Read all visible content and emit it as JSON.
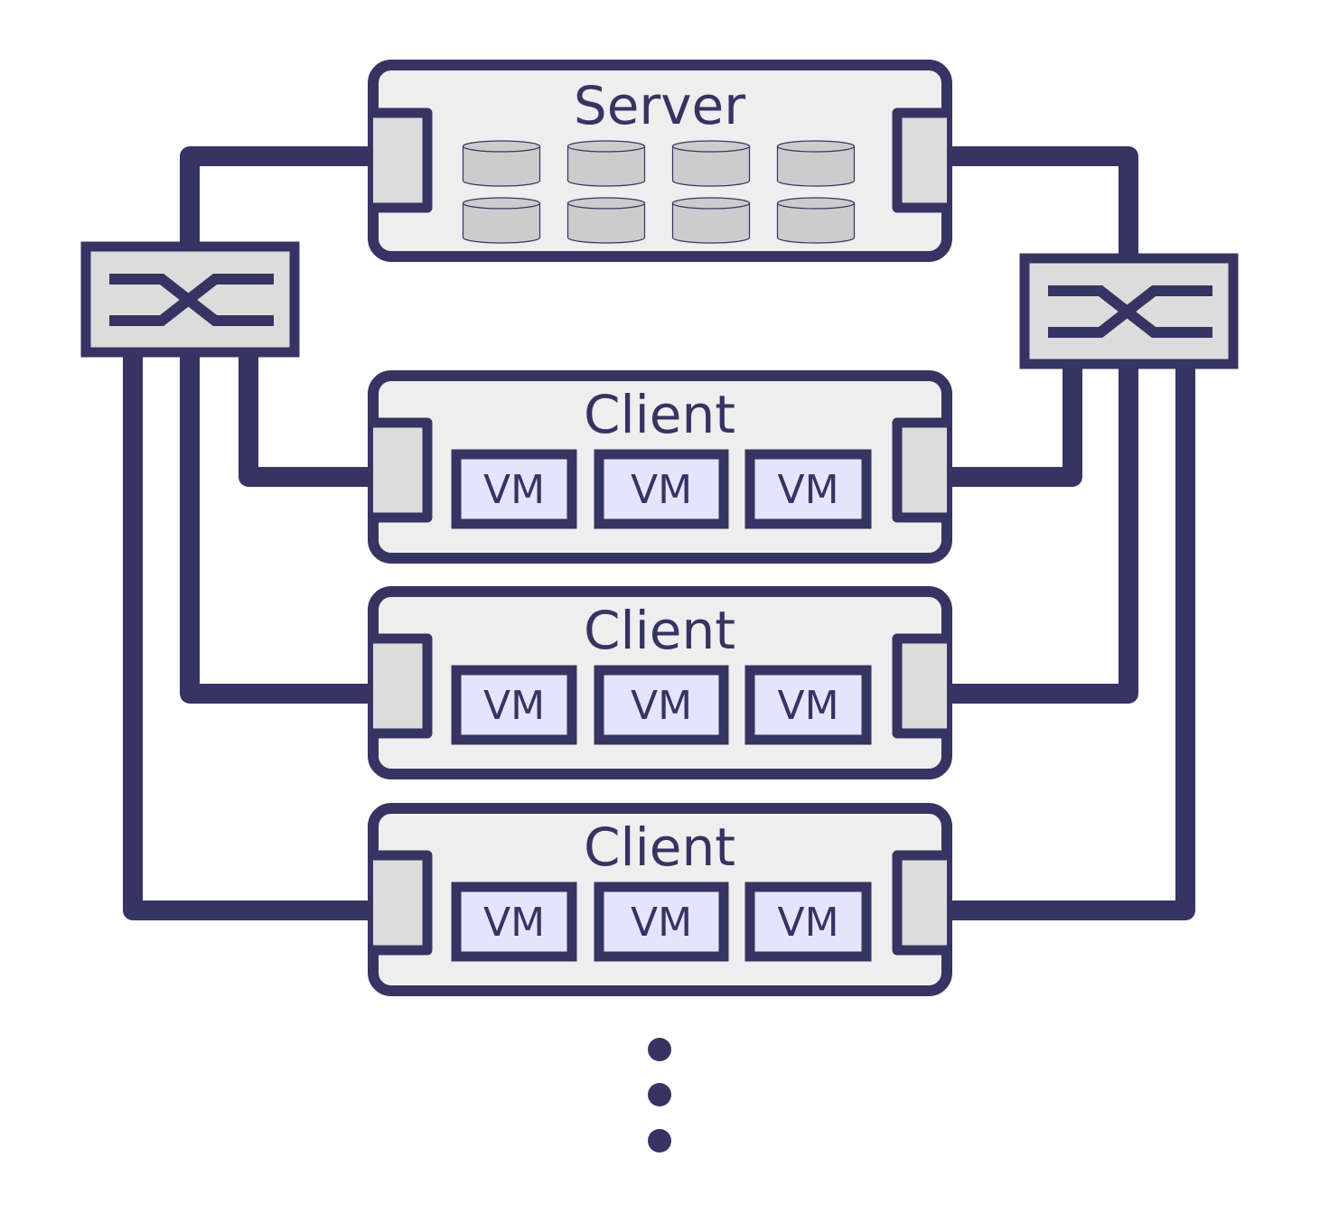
{
  "server": {
    "label": "Server",
    "disk_count": 8
  },
  "clients": [
    {
      "label": "Client",
      "vms": [
        "VM",
        "VM",
        "VM"
      ]
    },
    {
      "label": "Client",
      "vms": [
        "VM",
        "VM",
        "VM"
      ]
    },
    {
      "label": "Client",
      "vms": [
        "VM",
        "VM",
        "VM"
      ]
    }
  ],
  "switches": [
    "left-switch",
    "right-switch"
  ],
  "continuation": "ellipsis-dots",
  "colors": {
    "stroke": "#363463",
    "box_fill": "#eeeeee",
    "port_fill": "#dcdcdc",
    "vm_fill": "#e6e4fd",
    "disk_fill": "#cccccc"
  }
}
